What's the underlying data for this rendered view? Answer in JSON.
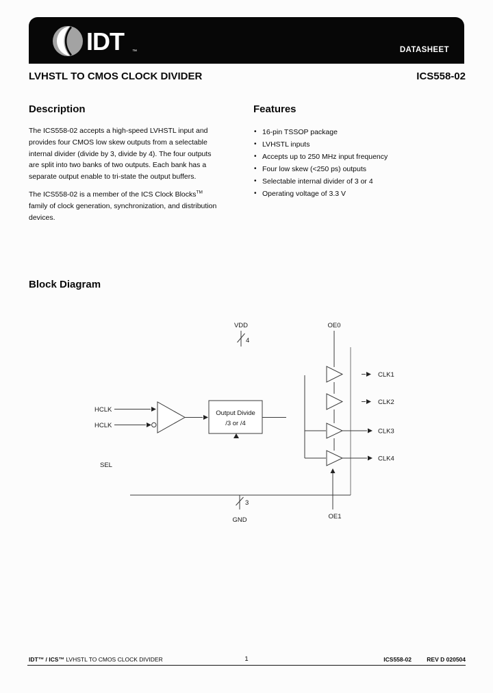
{
  "page": {
    "background": "#fcfcfc",
    "text_color": "#0a0a0a"
  },
  "header": {
    "bar_color": "#070707",
    "logo": {
      "brand": "IDT",
      "trademark": "™",
      "icon": "idt-globe-icon"
    },
    "datasheet_label": "DATASHEET"
  },
  "titlebar": {
    "title": "LVHSTL TO CMOS CLOCK DIVIDER",
    "part_number": "ICS558-02"
  },
  "description": {
    "heading": "Description",
    "para1_lines": [
      "The ICS558-02 accepts a high-speed LVHSTL input and",
      "provides four CMOS low skew outputs from a selectable",
      "internal divider (divide by 3, divide by 4). The four outputs",
      "are split into two banks of two outputs. Each bank has a",
      "separate output enable to tri-state the output buffers."
    ],
    "para2_line1": "The ICS558-02 is a member of the ICS Clock Blocks",
    "para2_sup": "TM",
    "para2_rest_lines": [
      "family of clock generation, synchronization, and distribution",
      "devices."
    ]
  },
  "features": {
    "heading": "Features",
    "items": [
      "16-pin TSSOP package",
      "LVHSTL inputs",
      "Accepts up to 250 MHz input frequency",
      "Four low skew (<250 ps) outputs",
      "Selectable internal divider of 3 or 4",
      "Operating voltage of 3.3 V"
    ]
  },
  "block_diagram": {
    "heading": "Block Diagram",
    "labels": {
      "vdd": "VDD",
      "vdd_bus_width": "4",
      "oe0": "OE0",
      "oe1": "OE1",
      "gnd": "GND",
      "gnd_bus_width": "3",
      "hclk_p": "HCLK",
      "hclk_n": "HCLK",
      "sel": "SEL",
      "divider_line1": "Output Divide",
      "divider_line2": "/3 or /4",
      "clk1": "CLK1",
      "clk2": "CLK2",
      "clk3": "CLK3",
      "clk4": "CLK4"
    }
  },
  "footer": {
    "brand": "IDT™ / ICS™",
    "doc_title": "LVHSTL TO CMOS CLOCK DIVIDER",
    "page_number": "1",
    "part_number": "ICS558-02",
    "revision": "REV D 020504"
  }
}
